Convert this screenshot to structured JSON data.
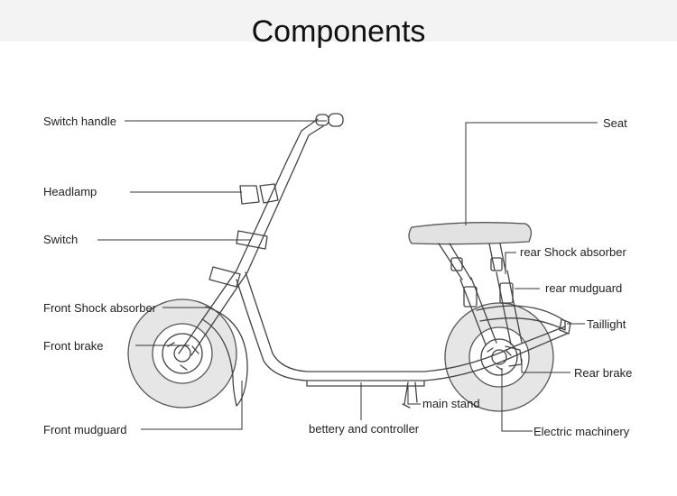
{
  "title": "Components",
  "labels": {
    "switch_handle": "Switch handle",
    "headlamp": "Headlamp",
    "switch": "Switch",
    "front_shock_absorber": "Front Shock absorber",
    "front_brake": "Front brake",
    "front_mudguard": "Front  mudguard",
    "seat": "Seat",
    "rear_shock_absorber": "rear Shock absorber",
    "rear_mudguard": "rear mudguard",
    "taillight": "Taillight",
    "rear_brake": "Rear brake",
    "main_stand": "main stand",
    "battery_and_controller": "bettery and controller",
    "electric_machinery": "Electric machinery"
  }
}
